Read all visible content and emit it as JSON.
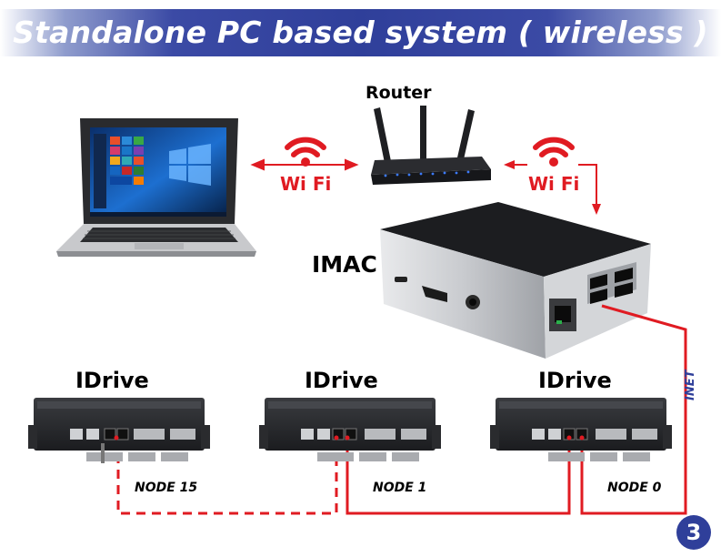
{
  "title": "Standalone PC based system ( wireless )",
  "router_label": "Router",
  "imac_label": "IMAC",
  "wifi_label": "Wi Fi",
  "inet_label": "INET",
  "drives": [
    {
      "label": "IDrive",
      "node": "NODE 15"
    },
    {
      "label": "IDrive",
      "node": "NODE 1"
    },
    {
      "label": "IDrive",
      "node": "NODE 0"
    }
  ],
  "page_number": "3",
  "colors": {
    "banner": "#2f3f9a",
    "cable_red": "#e01b22",
    "text_blue": "#2f3f9a"
  },
  "icons": [
    "laptop-icon",
    "router-icon",
    "imac-box-icon",
    "idrive-icon",
    "wifi-icon"
  ]
}
